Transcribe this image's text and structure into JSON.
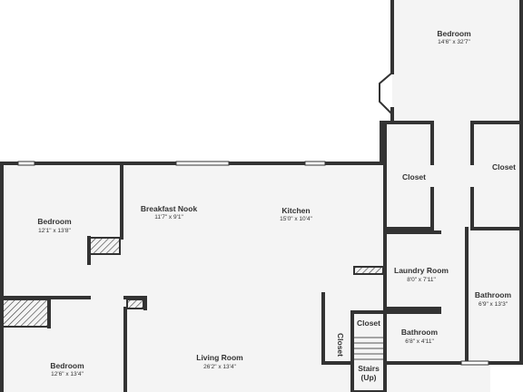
{
  "colors": {
    "wall": "#333333",
    "floor": "#f4f4f4",
    "background": "#ffffff",
    "window": "#ffffff"
  },
  "rooms": [
    {
      "id": "bedroom-top-right",
      "name": "Bedroom",
      "dims": "14'6\" x 32'7\""
    },
    {
      "id": "closet-left",
      "name": "Closet",
      "dims": ""
    },
    {
      "id": "closet-right",
      "name": "Closet",
      "dims": ""
    },
    {
      "id": "bedroom-left",
      "name": "Bedroom",
      "dims": "12'1\" x 13'8\""
    },
    {
      "id": "breakfast-nook",
      "name": "Breakfast Nook",
      "dims": "11'7\" x 9'1\""
    },
    {
      "id": "kitchen",
      "name": "Kitchen",
      "dims": "15'0\" x 10'4\""
    },
    {
      "id": "laundry-room",
      "name": "Laundry Room",
      "dims": "8'0\" x 7'11\""
    },
    {
      "id": "bathroom-right",
      "name": "Bathroom",
      "dims": "6'9\" x 13'3\""
    },
    {
      "id": "closet-small",
      "name": "Closet",
      "dims": ""
    },
    {
      "id": "closet-vertical",
      "name": "Closet",
      "dims": ""
    },
    {
      "id": "bathroom-center",
      "name": "Bathroom",
      "dims": "6'8\" x 4'11\""
    },
    {
      "id": "bedroom-bottom-left",
      "name": "Bedroom",
      "dims": "12'6\" x 13'4\""
    },
    {
      "id": "living-room",
      "name": "Living Room",
      "dims": "26'2\" x 13'4\""
    },
    {
      "id": "stairs",
      "name": "Stairs",
      "dims": "(Up)"
    }
  ]
}
